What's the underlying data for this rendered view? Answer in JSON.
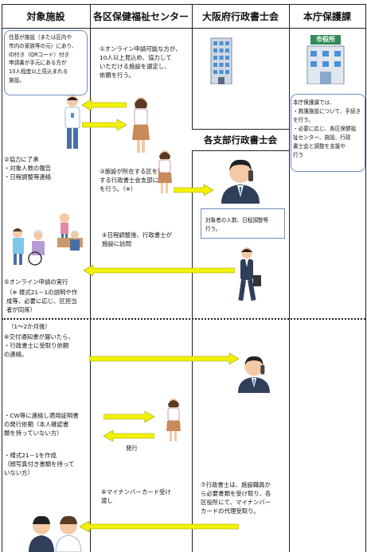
{
  "headers": {
    "col1": "対象施設",
    "col2": "各区保健福祉センター",
    "col3": "大阪府行政書士会",
    "col4": "本庁保護課",
    "col3b": "各支部行政書士会"
  },
  "notes": {
    "facility_box": "住基が施設（または区内や\n市内の家族等の元）にあり、\nID付き（QRコード）付き\n申請書が手元にある方が\n10人程度以上見込まれる\n施設。",
    "step1": "①オンライン申請可能な方が、\n10人以上見込め、協力して\nいただける施設を選定し、\n依頼を行う。",
    "honcho_box": "本庁保護課では、\n・救護施設について、手続き\nを行う。\n・必要に応じ、各区保健福\n祉センター、施設、行政\n書士会と調整を支援や\n行う",
    "step2": "②協力に了承\n・対象人数の報告\n・日程調整等連絡",
    "step3": "③施設が所在する区を管轄\nする行政書士会支部に依頼\nを行う。（※）",
    "branch_note": "対象者の人数、日程調整等\n行う。",
    "step4": "④日程調整後、行政書士が\n施設に訪問",
    "step5": "⑤オンライン申請の実行",
    "step5_note": "（※ 様式21－1の説明や作\n成等、必要に応じ、区担当\n者が同席）",
    "later": "（1～2か月後）",
    "step6": "⑥交付通知書が届いたら、\n・行政書士に受取り依頼\nの連絡。",
    "cw": "・CW等に連絡し適用証明書\nの発行依頼（本人確認書\n類を持っていない方）",
    "hakko": "発行",
    "form": "・様式21－1を作成\n（顔写真付き書類を持って\nいない方）",
    "step8": "⑧マイナンバーカード受け\n渡し",
    "step7": "⑦行政書士は、施設職員か\nら必要書類を受け取り、各\n区役所にて、マイナンバー\nカードの代理受取り。"
  },
  "icons": {
    "building_sign": "市役所"
  },
  "colors": {
    "arrow": "#f2f200",
    "arrow_stroke": "#9a9a00",
    "box_border": "#6b8fbf"
  }
}
